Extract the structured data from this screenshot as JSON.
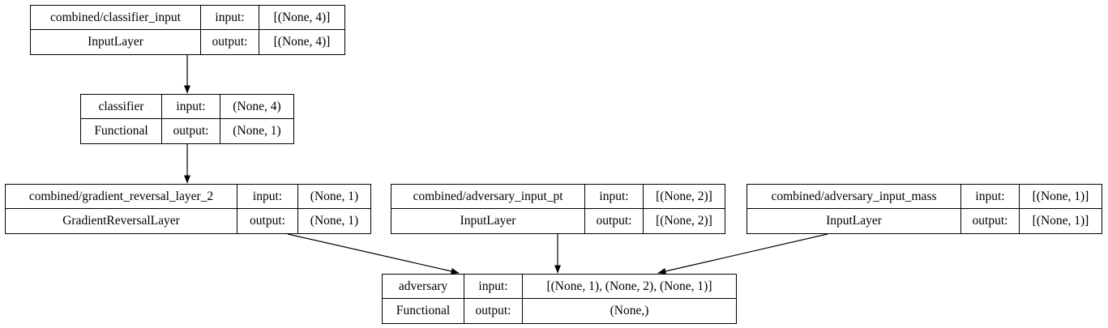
{
  "nodes": {
    "classifier_input": {
      "name": "combined/classifier_input",
      "type": "InputLayer",
      "input_label": "input:",
      "output_label": "output:",
      "input_shape": "[(None, 4)]",
      "output_shape": "[(None, 4)]"
    },
    "classifier": {
      "name": "classifier",
      "type": "Functional",
      "input_label": "input:",
      "output_label": "output:",
      "input_shape": "(None, 4)",
      "output_shape": "(None, 1)"
    },
    "gradient_reversal": {
      "name": "combined/gradient_reversal_layer_2",
      "type": "GradientReversalLayer",
      "input_label": "input:",
      "output_label": "output:",
      "input_shape": "(None, 1)",
      "output_shape": "(None, 1)"
    },
    "adversary_input_pt": {
      "name": "combined/adversary_input_pt",
      "type": "InputLayer",
      "input_label": "input:",
      "output_label": "output:",
      "input_shape": "[(None, 2)]",
      "output_shape": "[(None, 2)]"
    },
    "adversary_input_mass": {
      "name": "combined/adversary_input_mass",
      "type": "InputLayer",
      "input_label": "input:",
      "output_label": "output:",
      "input_shape": "[(None, 1)]",
      "output_shape": "[(None, 1)]"
    },
    "adversary": {
      "name": "adversary",
      "type": "Functional",
      "input_label": "input:",
      "output_label": "output:",
      "input_shape": "[(None, 1), (None, 2), (None, 1)]",
      "output_shape": "(None,)"
    }
  },
  "edges": [
    {
      "from": "classifier_input",
      "to": "classifier"
    },
    {
      "from": "classifier",
      "to": "gradient_reversal"
    },
    {
      "from": "gradient_reversal",
      "to": "adversary"
    },
    {
      "from": "adversary_input_pt",
      "to": "adversary"
    },
    {
      "from": "adversary_input_mass",
      "to": "adversary"
    }
  ]
}
